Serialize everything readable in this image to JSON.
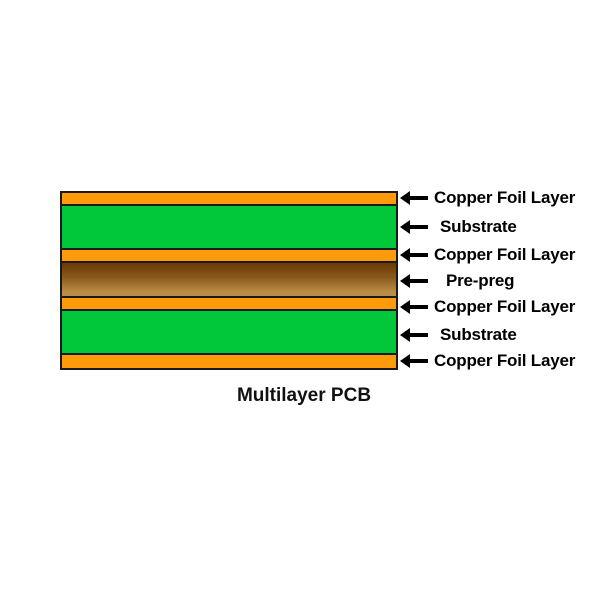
{
  "diagram": {
    "title": "Multilayer PCB",
    "colors": {
      "copper": "#ff9a0a",
      "substrate": "#00c83a",
      "prepreg_top": "#6a3a06",
      "prepreg_bottom": "#bb8e48",
      "outline": "#1a1a1a"
    },
    "layers": [
      {
        "type": "copper",
        "label": "Copper Foil Layer"
      },
      {
        "type": "substrate",
        "label": "Substrate"
      },
      {
        "type": "copper",
        "label": "Copper Foil Layer"
      },
      {
        "type": "prepreg",
        "label": "Pre-preg"
      },
      {
        "type": "copper",
        "label": "Copper Foil Layer"
      },
      {
        "type": "substrate",
        "label": "Substrate"
      },
      {
        "type": "copper",
        "label": "Copper Foil Layer"
      }
    ]
  }
}
